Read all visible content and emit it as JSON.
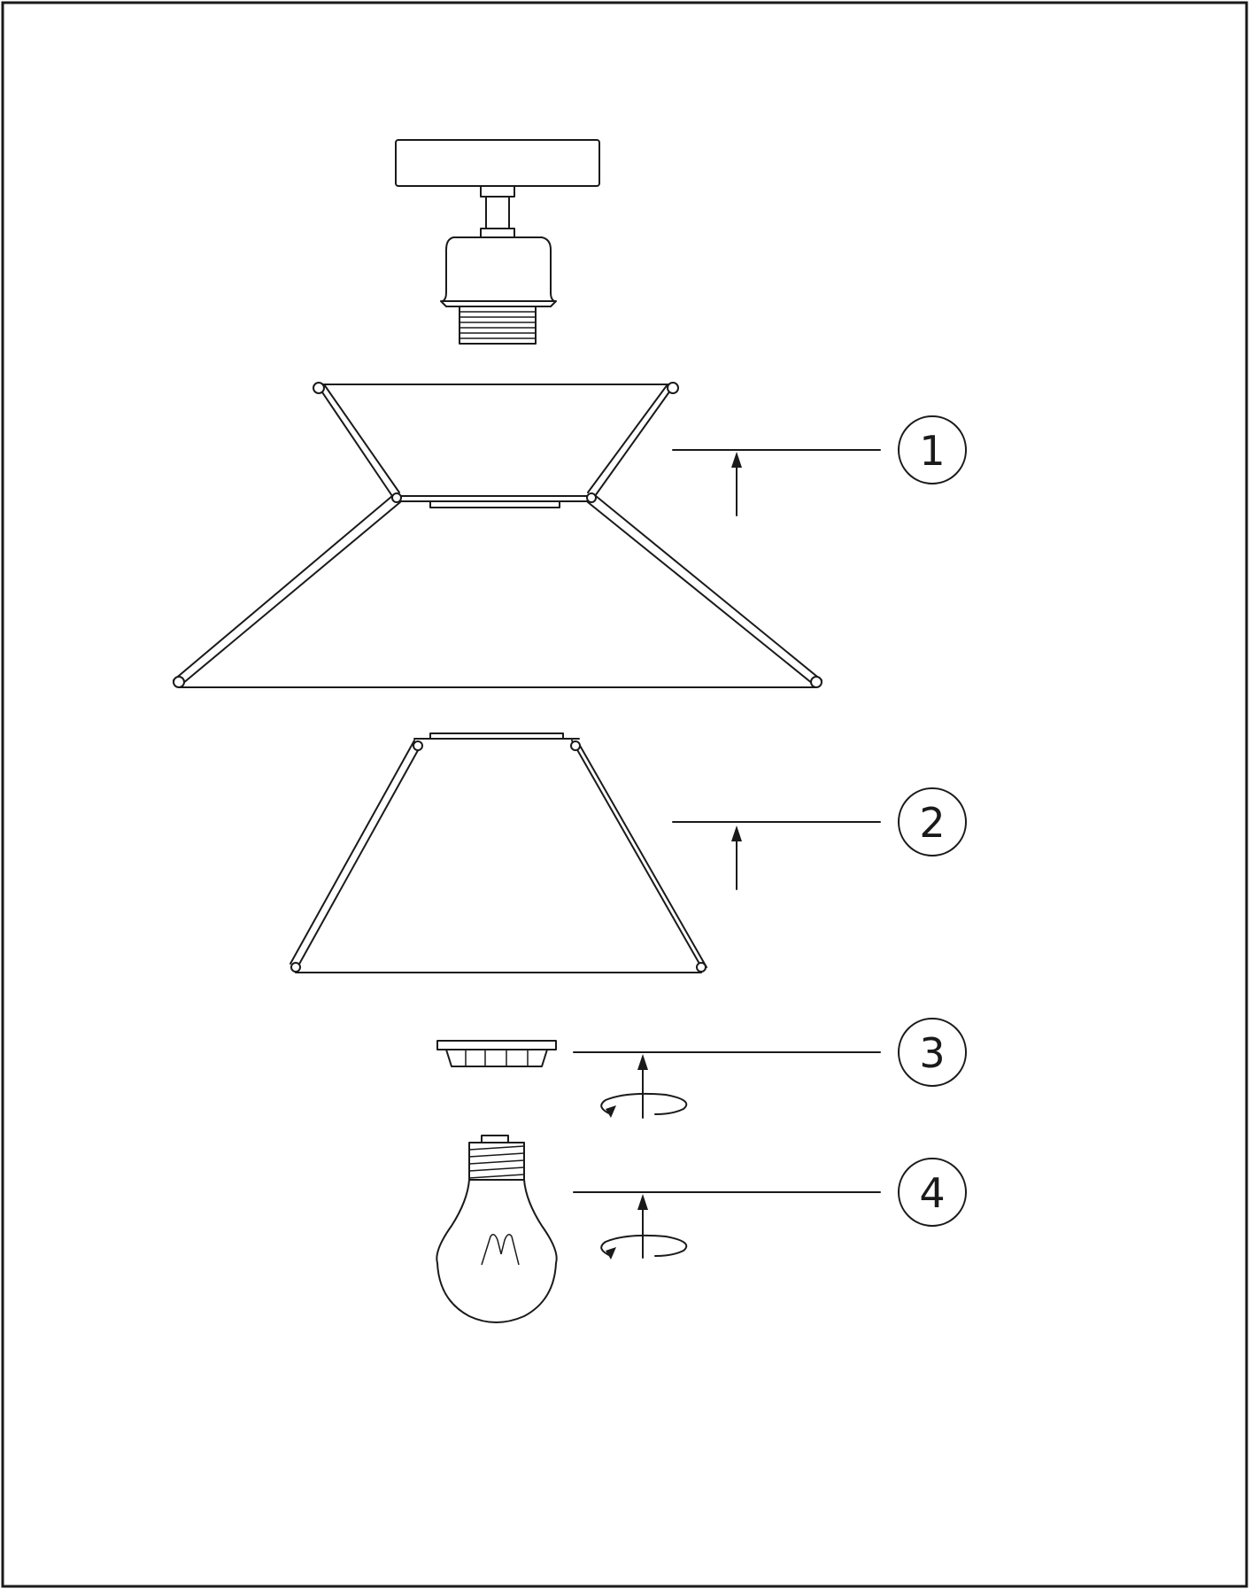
{
  "diagram": {
    "steps": [
      {
        "number": "1",
        "part": "outer-shade"
      },
      {
        "number": "2",
        "part": "inner-shade"
      },
      {
        "number": "3",
        "part": "shade-ring"
      },
      {
        "number": "4",
        "part": "light-bulb"
      }
    ],
    "icons": {
      "up_arrow": "arrow-up-icon",
      "rotate": "rotate-icon"
    },
    "colors": {
      "line": "#1a1a1a",
      "background": "#ffffff"
    }
  }
}
